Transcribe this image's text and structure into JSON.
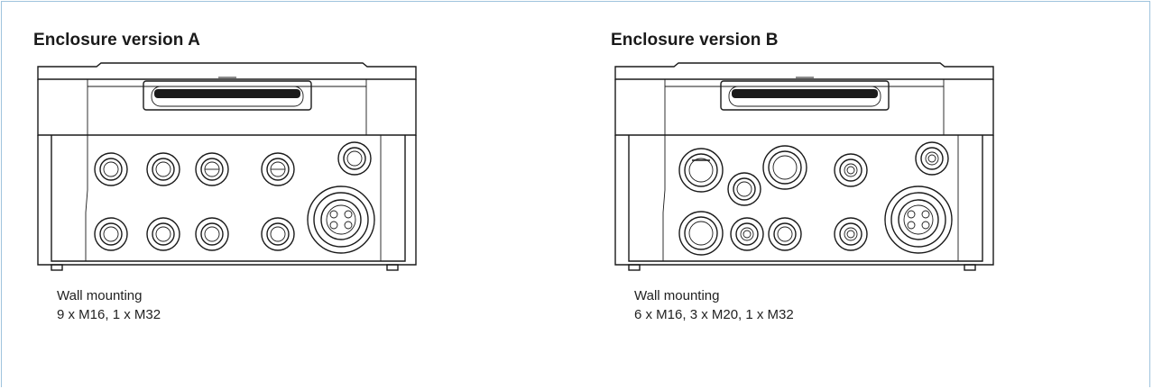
{
  "panels": [
    {
      "title": "Enclosure version A",
      "drawing": "enclosure-front-view",
      "caption_line1": "Wall mounting",
      "caption_line2": "9 x M16, 1 x M32"
    },
    {
      "title": "Enclosure version B",
      "drawing": "enclosure-front-view",
      "caption_line1": "Wall mounting",
      "caption_line2": "6 x M16, 3 x M20, 1 x M32"
    }
  ],
  "colors": {
    "frame_border": "#9fc3dd",
    "line": "#1a1a1a"
  }
}
